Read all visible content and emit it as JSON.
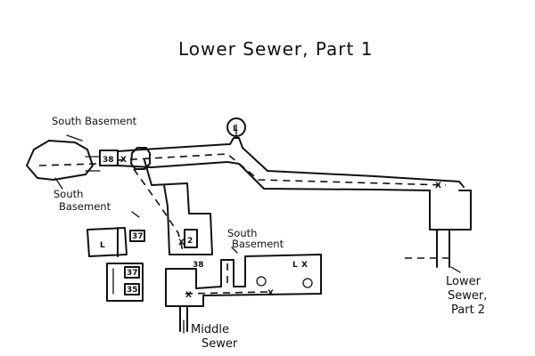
{
  "title": "Lower Sewer, Part 1",
  "labels": {
    "south_basement_top": "South Basement",
    "south_basement_left_line1": "South",
    "south_basement_left_line2": "Basement",
    "south_basement_mid_line1": "South",
    "south_basement_mid_line2": "Basement",
    "lower_sewer_line1": "Lower",
    "lower_sewer_line2": "Sewer,",
    "lower_sewer_line3": "Part 2",
    "middle_sewer_line1": "Middle",
    "middle_sewer_line2": "Sewer"
  },
  "markers": {
    "ladder_top": "L",
    "ladder_left": "L",
    "ladder_right": "L",
    "door_38_a": "38",
    "door_38_b": "38",
    "door_37_a": "37",
    "door_37_b": "37",
    "door_35": "35",
    "door_2": "2",
    "x_mark": "X"
  },
  "colors": {
    "ink": "#111111",
    "paper": "#ffffff"
  }
}
